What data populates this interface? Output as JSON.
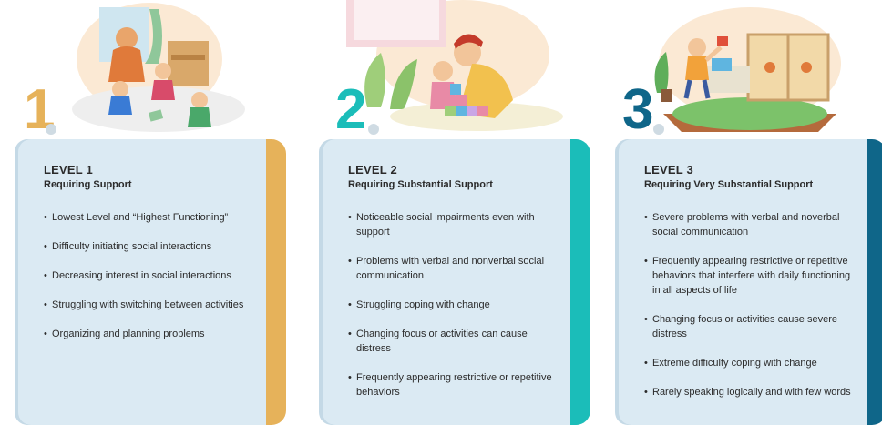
{
  "colors": {
    "level1": "#e6b25a",
    "level2": "#1bbdb9",
    "level3": "#0f6689",
    "card_bg": "#dbeaf3",
    "text": "#2b2b2b"
  },
  "levels": [
    {
      "number": "1",
      "title": "LEVEL 1",
      "subtitle": "Requiring Support",
      "illustration_icon": "classroom-children-teacher-illustration",
      "bullets": [
        "Lowest Level and “Highest Functioning”",
        "Difficulty initiating social interactions",
        "Decreasing interest in social interactions",
        "Struggling with switching between activities",
        "Organizing and planning problems"
      ]
    },
    {
      "number": "2",
      "title": "LEVEL 2",
      "subtitle": "Requiring Substantial Support",
      "illustration_icon": "mother-child-blocks-illustration",
      "bullets": [
        "Noticeable social impairments even with support",
        "Problems with verbal and nonverbal social communication",
        "Struggling coping with change",
        "Changing focus or activities can cause distress",
        "Frequently appearing restrictive or repetitive behaviors"
      ]
    },
    {
      "number": "3",
      "title": "LEVEL 3",
      "subtitle": "Requiring Very Substantial Support",
      "illustration_icon": "child-playing-room-illustration",
      "bullets": [
        "Severe problems with verbal and noverbal social communication",
        "Frequently appearing restrictive or repetitive behaviors that interfere with daily functioning in all aspects of life",
        "Changing focus or activities cause severe distress",
        "Extreme difficulty coping with change",
        "Rarely speaking logically and with few words"
      ]
    }
  ]
}
